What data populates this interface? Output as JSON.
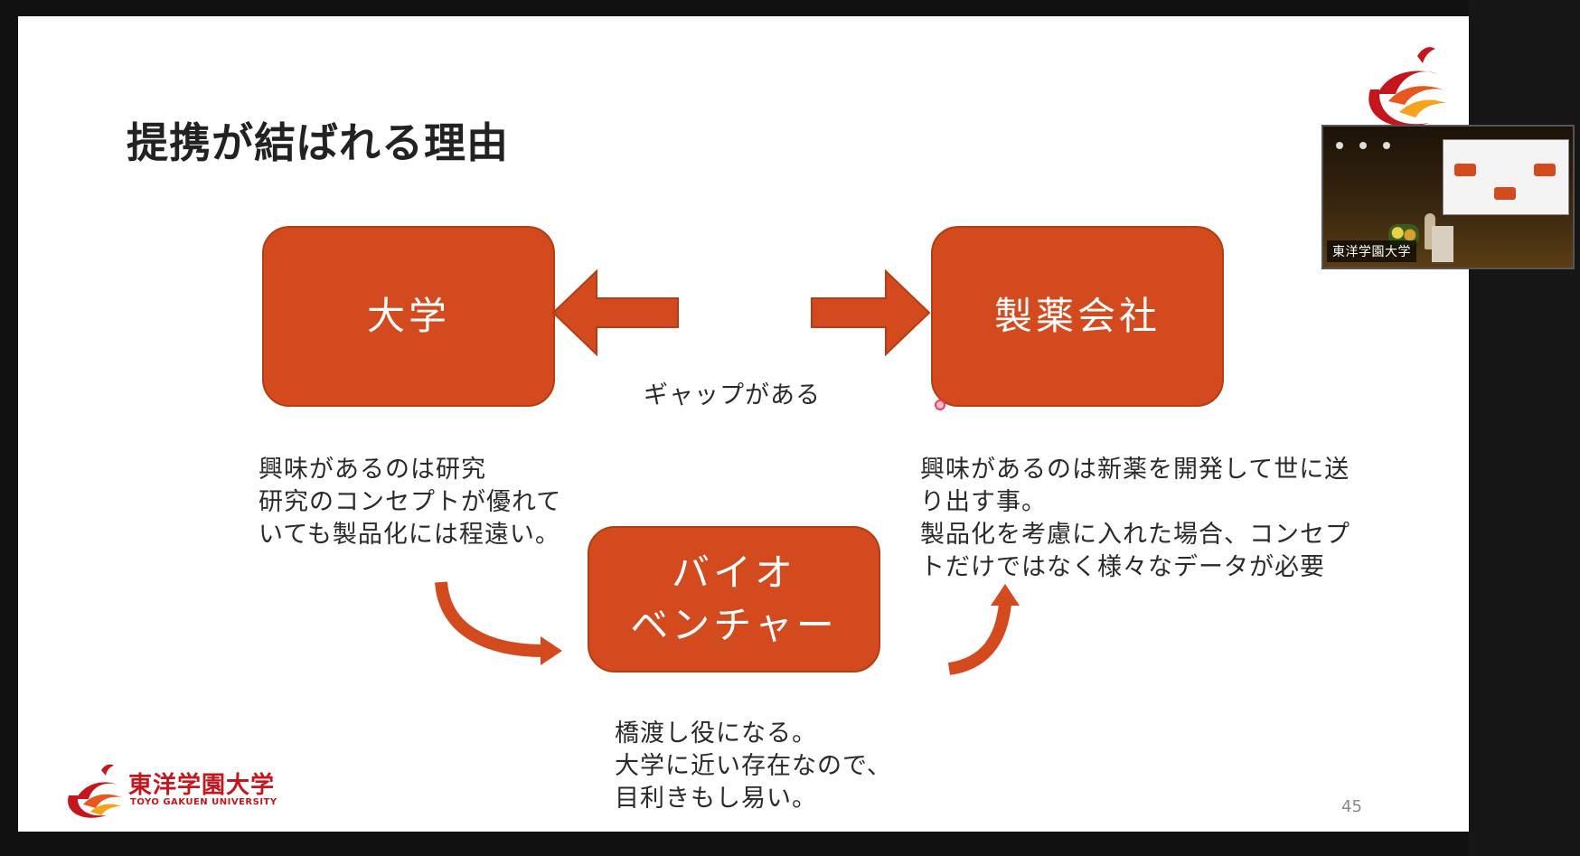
{
  "slide": {
    "title": "提携が結ばれる理由",
    "boxes": {
      "university": "大学",
      "pharma": "製薬会社",
      "bio": "バイオ\nベンチャー"
    },
    "gap_label": "ギャップがある",
    "university_text": [
      "興味があるのは研究",
      "研究のコンセプトが優れて",
      "いても製品化には程遠い。"
    ],
    "pharma_text": [
      "興味があるのは新薬を開発して世に送",
      "り出す事。",
      "製品化を考慮に入れた場合、コンセプ",
      "トだけではなく様々なデータが必要"
    ],
    "bio_text": [
      "橋渡し役になる。",
      "大学に近い存在なので、",
      "目利きもし易い。"
    ],
    "page_number": "45",
    "logo": {
      "name": "東洋学園大学",
      "english": "TOYO GAKUEN UNIVERSITY"
    },
    "colors": {
      "accent": "#d24a1e",
      "logo_red": "#c4161c",
      "logo_orange": "#f5a21d"
    }
  },
  "video": {
    "caption": "東洋学園大学"
  },
  "icons": {
    "top_logo": "university-swoosh-logo-icon",
    "laser_pointer": "laser-pointer-icon"
  }
}
